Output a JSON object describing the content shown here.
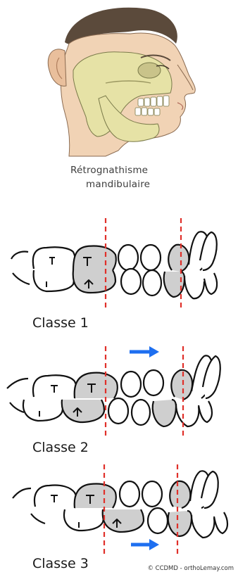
{
  "caption": {
    "line1": "Rétrognathisme",
    "line2": "mandibulaire"
  },
  "classes": [
    {
      "label": "Classe 1"
    },
    {
      "label": "Classe 2"
    },
    {
      "label": "Classe 3"
    }
  ],
  "credit": "© CCDMD - orthoLemay.com",
  "colors": {
    "skin": "#f1d3b5",
    "bone": "#e6e2a6",
    "tooth_shade": "#cfcfcf",
    "guide_line": "#e0302a",
    "arrow": "#1e6ff0"
  },
  "icons": {
    "arrow": "right-arrow-icon",
    "guide": "dashed-red-reference-line"
  }
}
